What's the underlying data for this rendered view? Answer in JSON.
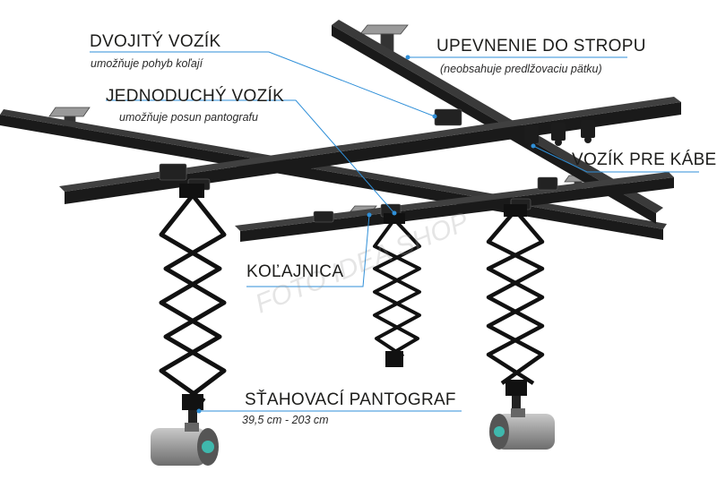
{
  "labels": {
    "double_trolley": "DVOJITÝ VOZÍK",
    "double_trolley_desc": "umožňuje pohyb koľají",
    "single_trolley": "JEDNODUCHÝ VOZÍK",
    "single_trolley_desc": "umožňuje posun pantografu",
    "ceiling_mount": "UPEVNENIE DO STROPU",
    "ceiling_mount_desc": "(neobsahuje predlžovaciu pätku)",
    "cable_trolley": "VOZÍK PRE KÁBEL",
    "rail": "KOĽAJNICA",
    "pantograph": "SŤAHOVACÍ PANTOGRAF",
    "pantograph_range": "39,5 cm - 203 cm"
  },
  "watermark": "FOTO IDEA SHOP",
  "colors": {
    "callout": "#2f8fd8",
    "rail": "#141414",
    "light": "#8d8d8d"
  }
}
